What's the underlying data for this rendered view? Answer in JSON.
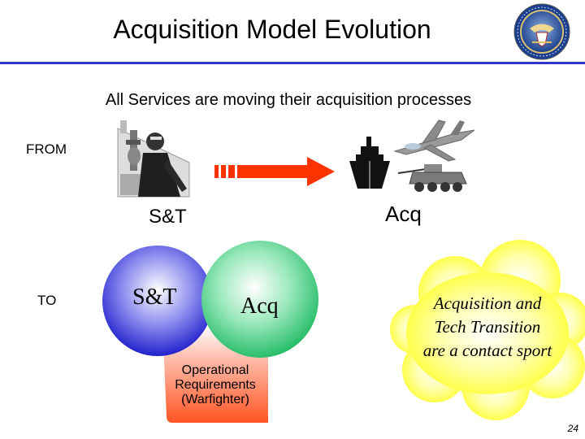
{
  "slide": {
    "title": "Acquisition Model Evolution",
    "subtitle": "All Services are moving their acquisition processes",
    "from_label": "FROM",
    "to_label": "TO",
    "st_label_top": "S&T",
    "acq_label_top": "Acq",
    "st_circle_label": "S&T",
    "acq_circle_label": "Acq",
    "operational_lines": [
      "Operational",
      "Requirements",
      "(Warfighter)"
    ],
    "cloud_lines": [
      "Acquisition and",
      "Tech Transition",
      "are a contact sport"
    ],
    "page_number": "24"
  },
  "icons": {
    "seal": "department-of-defense-seal-icon",
    "scientist": "scientist-lab-clipart-icon",
    "arrow": "right-arrow-icon",
    "ship": "ship-icon",
    "jet": "fighter-jet-icon",
    "tank": "armored-vehicle-icon"
  },
  "colors": {
    "title_rule": "#3333cc",
    "arrow": "#ff3300",
    "st_circle": "#4444dd",
    "acq_circle": "#33cc77",
    "operational_box": "#ff7744",
    "cloud": "#ffff33"
  }
}
